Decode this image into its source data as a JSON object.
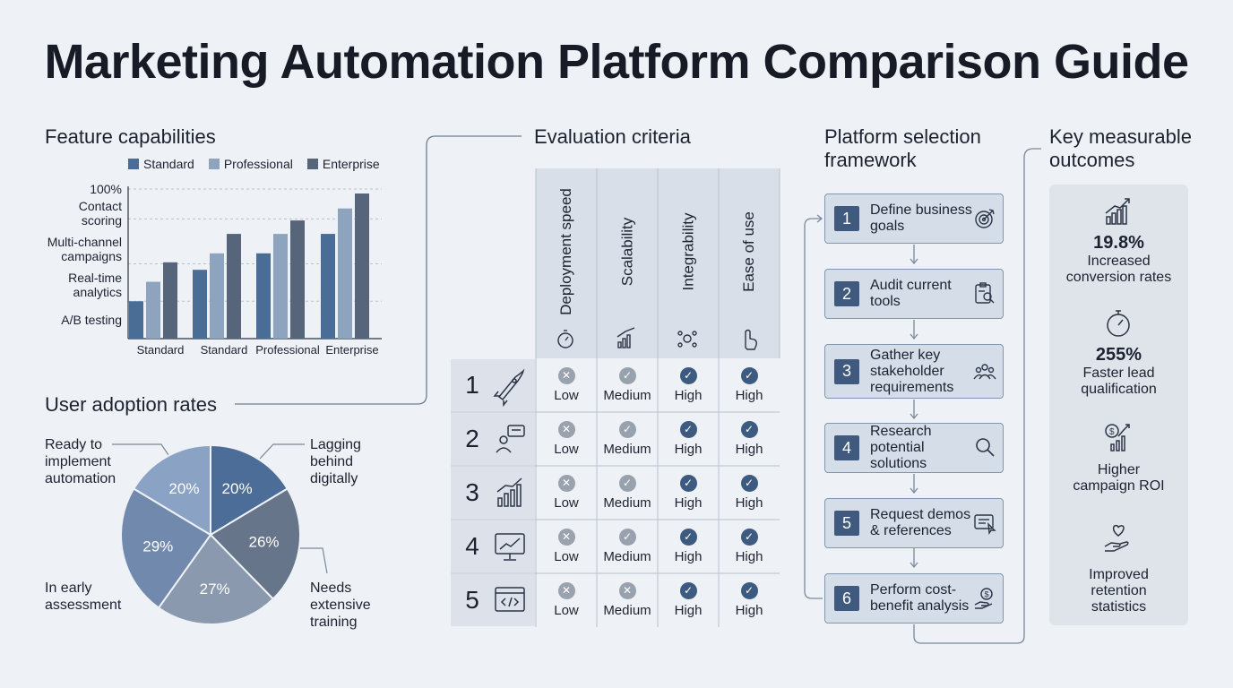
{
  "title": "Marketing Automation Platform Comparison Guide",
  "feature_capabilities": {
    "title": "Feature capabilities",
    "legend": [
      "Standard",
      "Professional",
      "Enterprise"
    ],
    "y_labels": [
      "100%",
      "Contact scoring",
      "Multi-channel campaigns",
      "Real-time analytics",
      "A/B testing"
    ],
    "colors": {
      "Standard": "#4a6d96",
      "Professional": "#8ea3bd",
      "Enterprise": "#57657a"
    }
  },
  "chart_data": [
    {
      "type": "bar",
      "title": "Feature capabilities",
      "categories": [
        "Standard",
        "Standard",
        "Professional",
        "Enterprise"
      ],
      "series": [
        {
          "name": "Standard",
          "values": [
            25,
            46,
            57,
            70
          ]
        },
        {
          "name": "Professional",
          "values": [
            38,
            57,
            70,
            87
          ]
        },
        {
          "name": "Enterprise",
          "values": [
            51,
            70,
            79,
            97
          ]
        }
      ],
      "ylim": [
        0,
        100
      ],
      "legend": "top"
    },
    {
      "type": "pie",
      "title": "User adoption rates",
      "labels": [
        "Lagging behind digitally",
        "Needs extensive training",
        "In early assessment",
        "Ready to implement automation"
      ],
      "values": [
        20,
        26,
        27,
        29,
        20
      ],
      "slice_labels": [
        "20%",
        "26%",
        "27%",
        "29%",
        "20%"
      ],
      "colors": [
        "#4b6d98",
        "#66758a",
        "#8a99ad",
        "#7189ad",
        "#8aa3c4"
      ]
    }
  ],
  "user_adoption": {
    "title": "User adoption rates",
    "labels": {
      "ready": "Ready to implement automation",
      "lagging": "Lagging behind digitally",
      "early": "In early assessment",
      "training": "Needs extensive training"
    }
  },
  "evaluation": {
    "title": "Evaluation criteria",
    "columns": [
      "Deployment speed",
      "Scalability",
      "Integrability",
      "Ease of use"
    ],
    "rows": [
      {
        "num": "1",
        "cells": [
          "Low",
          "Medium",
          "High",
          "High"
        ]
      },
      {
        "num": "2",
        "cells": [
          "Low",
          "Medium",
          "High",
          "High"
        ]
      },
      {
        "num": "3",
        "cells": [
          "Low",
          "Medium",
          "High",
          "High"
        ]
      },
      {
        "num": "4",
        "cells": [
          "Low",
          "Medium",
          "High",
          "High"
        ]
      },
      {
        "num": "5",
        "cells": [
          "Low",
          "Medium",
          "High",
          "High"
        ]
      }
    ],
    "mark_types": [
      [
        "x",
        "check",
        "check",
        "check"
      ],
      [
        "x",
        "check",
        "check",
        "check"
      ],
      [
        "x",
        "check",
        "check",
        "check"
      ],
      [
        "x",
        "check",
        "check",
        "check"
      ],
      [
        "x",
        "x",
        "check",
        "check"
      ]
    ],
    "row_icons": [
      "rocket-icon",
      "chat-user-icon",
      "bar-growth-icon",
      "monitor-chart-icon",
      "code-window-icon"
    ]
  },
  "framework": {
    "title": "Platform selection framework",
    "steps": [
      {
        "num": "1",
        "text": "Define business goals",
        "icon": "target-icon"
      },
      {
        "num": "2",
        "text": "Audit current tools",
        "icon": "clipboard-search-icon"
      },
      {
        "num": "3",
        "text": "Gather key stakeholder requirements",
        "icon": "group-icon"
      },
      {
        "num": "4",
        "text": "Research potential solutions",
        "icon": "magnifier-icon"
      },
      {
        "num": "5",
        "text": "Request demos & references",
        "icon": "form-cursor-icon"
      },
      {
        "num": "6",
        "text": "Perform cost-benefit analysis",
        "icon": "hand-dollar-icon"
      }
    ]
  },
  "outcomes": {
    "title": "Key measurable outcomes",
    "items": [
      {
        "value": "19.8%",
        "label": "Increased conversion rates",
        "icon": "growth-chart-icon"
      },
      {
        "value": "255%",
        "label": "Faster lead qualification",
        "icon": "stopwatch-icon"
      },
      {
        "value": "",
        "label": "Higher campaign ROI",
        "icon": "dollar-growth-icon"
      },
      {
        "value": "",
        "label": "Improved retention statistics",
        "icon": "hand-heart-icon"
      }
    ]
  }
}
